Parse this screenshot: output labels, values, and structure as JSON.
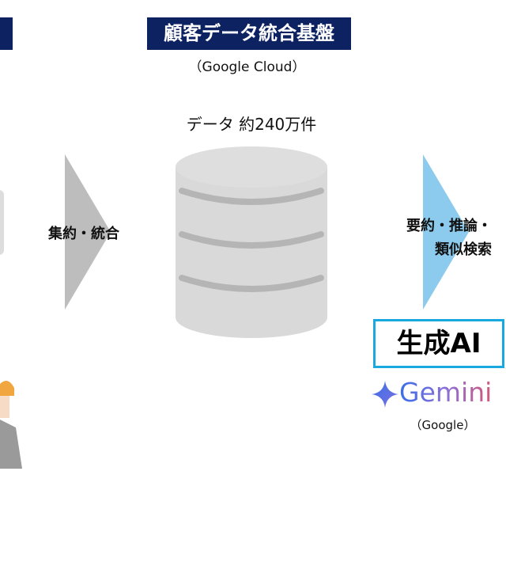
{
  "header": {
    "title": "顧客データ統合基盤",
    "subtitle": "（Google Cloud）"
  },
  "database": {
    "label": "データ 約240万件"
  },
  "arrows": {
    "left_label": "集約・統合",
    "right_label_line1": "要約・推論・",
    "right_label_line2": "類似検索"
  },
  "ai": {
    "label": "生成AI",
    "brand": "Gemini",
    "brand_owner": "（Google）"
  },
  "colors": {
    "banner": "#0d2261",
    "ai_border": "#1aa8e0",
    "right_arrow": "#8ccbed",
    "left_arrow": "#bdbdbd",
    "db": "#d9d9d9"
  }
}
